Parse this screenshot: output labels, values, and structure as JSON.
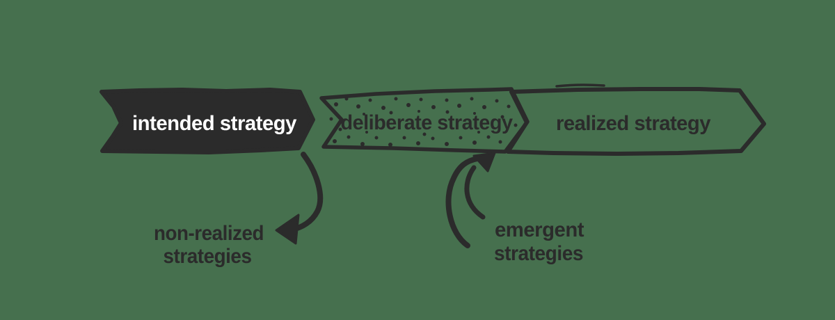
{
  "diagram": {
    "background_color": "#46704e",
    "ink_color": "#2b2b2b",
    "banners": [
      {
        "id": "intended",
        "label": "intended strategy",
        "style": "solid-fill",
        "fill": "#2b2b2b",
        "text_color": "#ffffff"
      },
      {
        "id": "deliberate",
        "label": "deliberate strategy",
        "style": "dotted-outline",
        "fill": "none",
        "text_color": "#2b2b2b"
      },
      {
        "id": "realized",
        "label": "realized strategy",
        "style": "outline",
        "fill": "none",
        "text_color": "#2b2b2b"
      }
    ],
    "annotations": [
      {
        "id": "non_realized",
        "lines": [
          "non-realized",
          "strategies"
        ],
        "icon": "curved-arrow-down-left-icon"
      },
      {
        "id": "emergent",
        "lines": [
          "emergent",
          "strategies"
        ],
        "icon": "curved-arrow-up-right-icon"
      }
    ]
  }
}
